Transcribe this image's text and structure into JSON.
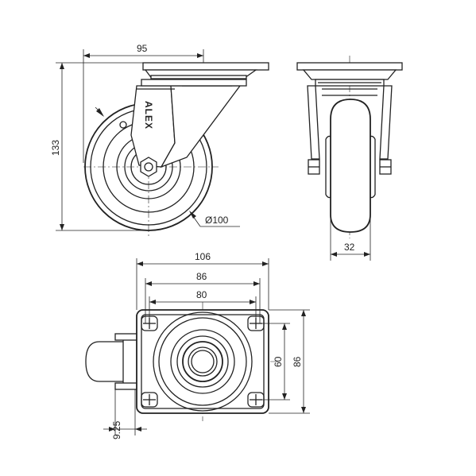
{
  "drawing": {
    "brand_mark": "ALEX",
    "dimensions": {
      "top_plate_offset": "95",
      "overall_height": "133",
      "wheel_diameter": "Ø100",
      "wheel_width": "32",
      "plate_width": "106",
      "plate_hole_spacing_outer": "86",
      "plate_hole_spacing_inner": "80",
      "plate_hole_spacing_vertical_inner": "60",
      "plate_hole_spacing_vertical_outer": "86",
      "swivel_offset": "9.25"
    }
  }
}
